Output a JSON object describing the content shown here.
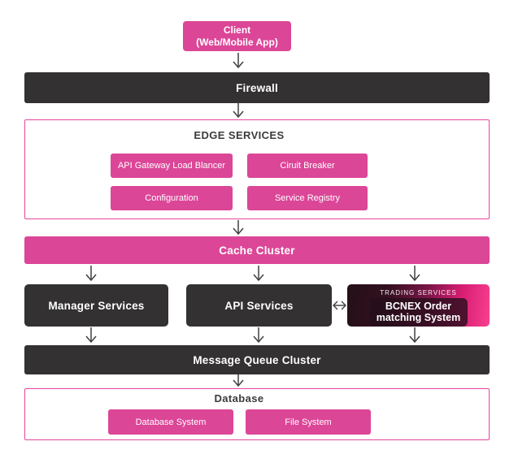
{
  "colors": {
    "pink": "#dc4697",
    "pink_border": "#e5479b",
    "dark": "#333132",
    "arrow": "#3f3f3f",
    "trading_gradient_start": "#241019",
    "trading_gradient_end": "#f8408f"
  },
  "icons": {
    "down_arrow": "↓",
    "left_right_arrow": "↔"
  },
  "nodes": {
    "client": {
      "line1": "Client",
      "line2": "(Web/Mobile App)"
    },
    "firewall": {
      "label": "Firewall"
    },
    "edge_services": {
      "title": "EDGE SERVICES",
      "items": [
        "API Gateway Load Blancer",
        "Ciruit Breaker",
        "Configuration",
        "Service Registry"
      ]
    },
    "cache": {
      "label": "Cache Cluster"
    },
    "manager": {
      "label": "Manager Services"
    },
    "api": {
      "label": "API Services"
    },
    "trading": {
      "tag": "TRADING SERVICES",
      "label": "BCNEX Order matching System"
    },
    "message_queue": {
      "label": "Message Queue Cluster"
    },
    "database": {
      "title": "Database",
      "items": [
        "Database System",
        "File System"
      ]
    }
  }
}
